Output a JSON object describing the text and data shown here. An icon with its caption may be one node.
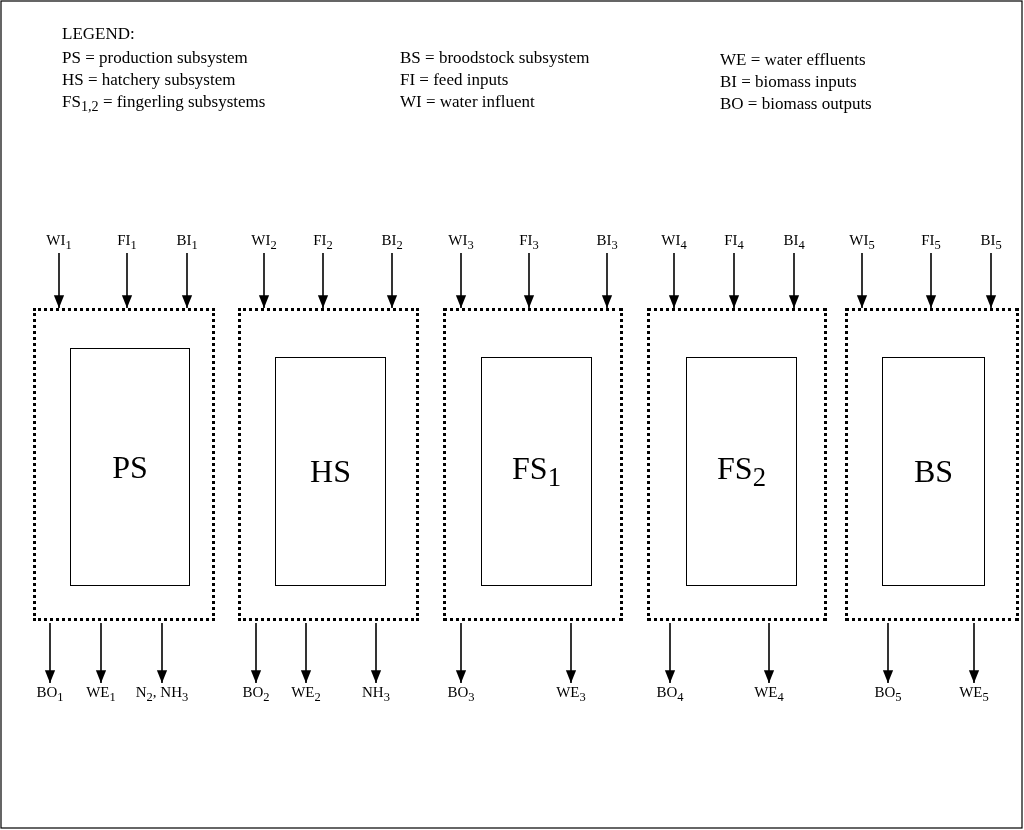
{
  "diagram": {
    "nodes": [
      {
        "text": [
          "WI$_{1}$"
        ]
      },
      {
        "text": [
          "FI$_{1}$"
        ]
      },
      {
        "text": [
          "BI$_{1}$"
        ]
      },
      {
        "text": [
          "WI$_{2}$"
        ]
      },
      {
        "text": [
          "FI$_{2}$"
        ]
      },
      {
        "text": [
          "BI$_{2}$"
        ]
      },
      {
        "text": [
          "WI$_{3}$"
        ]
      },
      {
        "text": [
          "FI$_{3}$"
        ]
      },
      {
        "text": [
          "BI$_{3}$"
        ]
      },
      {
        "text": [
          "WI$_{4}$"
        ]
      },
      {
        "text": [
          "FI$_{4}$"
        ]
      },
      {
        "text": [
          "BI$_{4}$"
        ]
      },
      {
        "text": [
          "WI$_{5}$"
        ]
      },
      {
        "text": [
          "FI$_{5}$"
        ]
      },
      {
        "text": [
          "BI$_{5}$"
        ]
      },
      {
        "text": [],
        "shape": "box"
      },
      {
        "text": [
          "PS"
        ],
        "in": 15
      },
      {
        "text": [],
        "shape": "box"
      },
      {
        "text": [
          "HS"
        ],
        "in": 17
      },
      {
        "text": [],
        "shape": "box"
      },
      {
        "text": [
          "FS$_{1}$"
        ],
        "in": 19
      },
      {
        "text": [],
        "shape": "box"
      },
      {
        "text": [
          "FS$_{2}$"
        ],
        "in": 21
      },
      {
        "text": [],
        "shape": "box"
      },
      {
        "text": [
          "BS"
        ],
        "in": 23
      },
      {
        "text": [
          "BO$_{1}$"
        ]
      },
      {
        "text": [
          "WE$_{1}$"
        ]
      },
      {
        "text": [
          "N$_{2}$, NH$_{3}$"
        ]
      },
      {
        "text": [
          "BO$_{2}$"
        ]
      },
      {
        "text": [
          "WE$_{2}$"
        ]
      },
      {
        "text": [
          "NH$_{3}$"
        ]
      },
      {
        "text": [
          "BO$_{3}$"
        ]
      },
      {
        "text": [
          "WE$_{3}$"
        ]
      },
      {
        "text": [
          "BO$_{4}$"
        ]
      },
      {
        "text": [
          "WE$_{4}$"
        ]
      },
      {
        "text": [
          "BO$_{5}$"
        ]
      },
      {
        "text": [
          "WE$_{5}$"
        ]
      }
    ],
    "edges": [
      {
        "from": 0,
        "to": 15,
        "arrow": "to"
      },
      {
        "from": 1,
        "to": 15,
        "arrow": "to"
      },
      {
        "from": 2,
        "to": 15,
        "arrow": "to"
      },
      {
        "from": 3,
        "to": 17,
        "arrow": "to"
      },
      {
        "from": 4,
        "to": 17,
        "arrow": "to"
      },
      {
        "from": 5,
        "to": 17,
        "arrow": "to"
      },
      {
        "from": 6,
        "to": 19,
        "arrow": "to"
      },
      {
        "from": 7,
        "to": 19,
        "arrow": "to"
      },
      {
        "from": 8,
        "to": 19,
        "arrow": "to"
      },
      {
        "from": 9,
        "to": 21,
        "arrow": "to"
      },
      {
        "from": 10,
        "to": 21,
        "arrow": "to"
      },
      {
        "from": 11,
        "to": 21,
        "arrow": "to"
      },
      {
        "from": 12,
        "to": 23,
        "arrow": "to"
      },
      {
        "from": 13,
        "to": 23,
        "arrow": "to"
      },
      {
        "from": 14,
        "to": 23,
        "arrow": "to"
      },
      {
        "from": 15,
        "to": 25,
        "arrow": "to"
      },
      {
        "from": 15,
        "to": 26,
        "arrow": "to"
      },
      {
        "from": 15,
        "to": 27,
        "arrow": "to"
      },
      {
        "from": 17,
        "to": 28,
        "arrow": "to"
      },
      {
        "from": 17,
        "to": 29,
        "arrow": "to"
      },
      {
        "from": 17,
        "to": 30,
        "arrow": "to"
      },
      {
        "from": 19,
        "to": 31,
        "arrow": "to"
      },
      {
        "from": 19,
        "to": 32,
        "arrow": "to"
      },
      {
        "from": 21,
        "to": 33,
        "arrow": "to"
      },
      {
        "from": 21,
        "to": 34,
        "arrow": "to"
      },
      {
        "from": 23,
        "to": 35,
        "arrow": "to"
      },
      {
        "from": 23,
        "to": 36,
        "arrow": "to"
      }
    ],
    "labels": [
      "LEGEND:",
      "PS = production subsystem",
      "BS = broodstock subsystem",
      "WE = water effluents",
      "HS = hatchery subsystem",
      "FI = feed inputs",
      "BI = biomass inputs",
      "FS$_{1,2}$ = fingerling subsystems",
      "WI = water influent",
      "BO = biomass outputs"
    ]
  }
}
